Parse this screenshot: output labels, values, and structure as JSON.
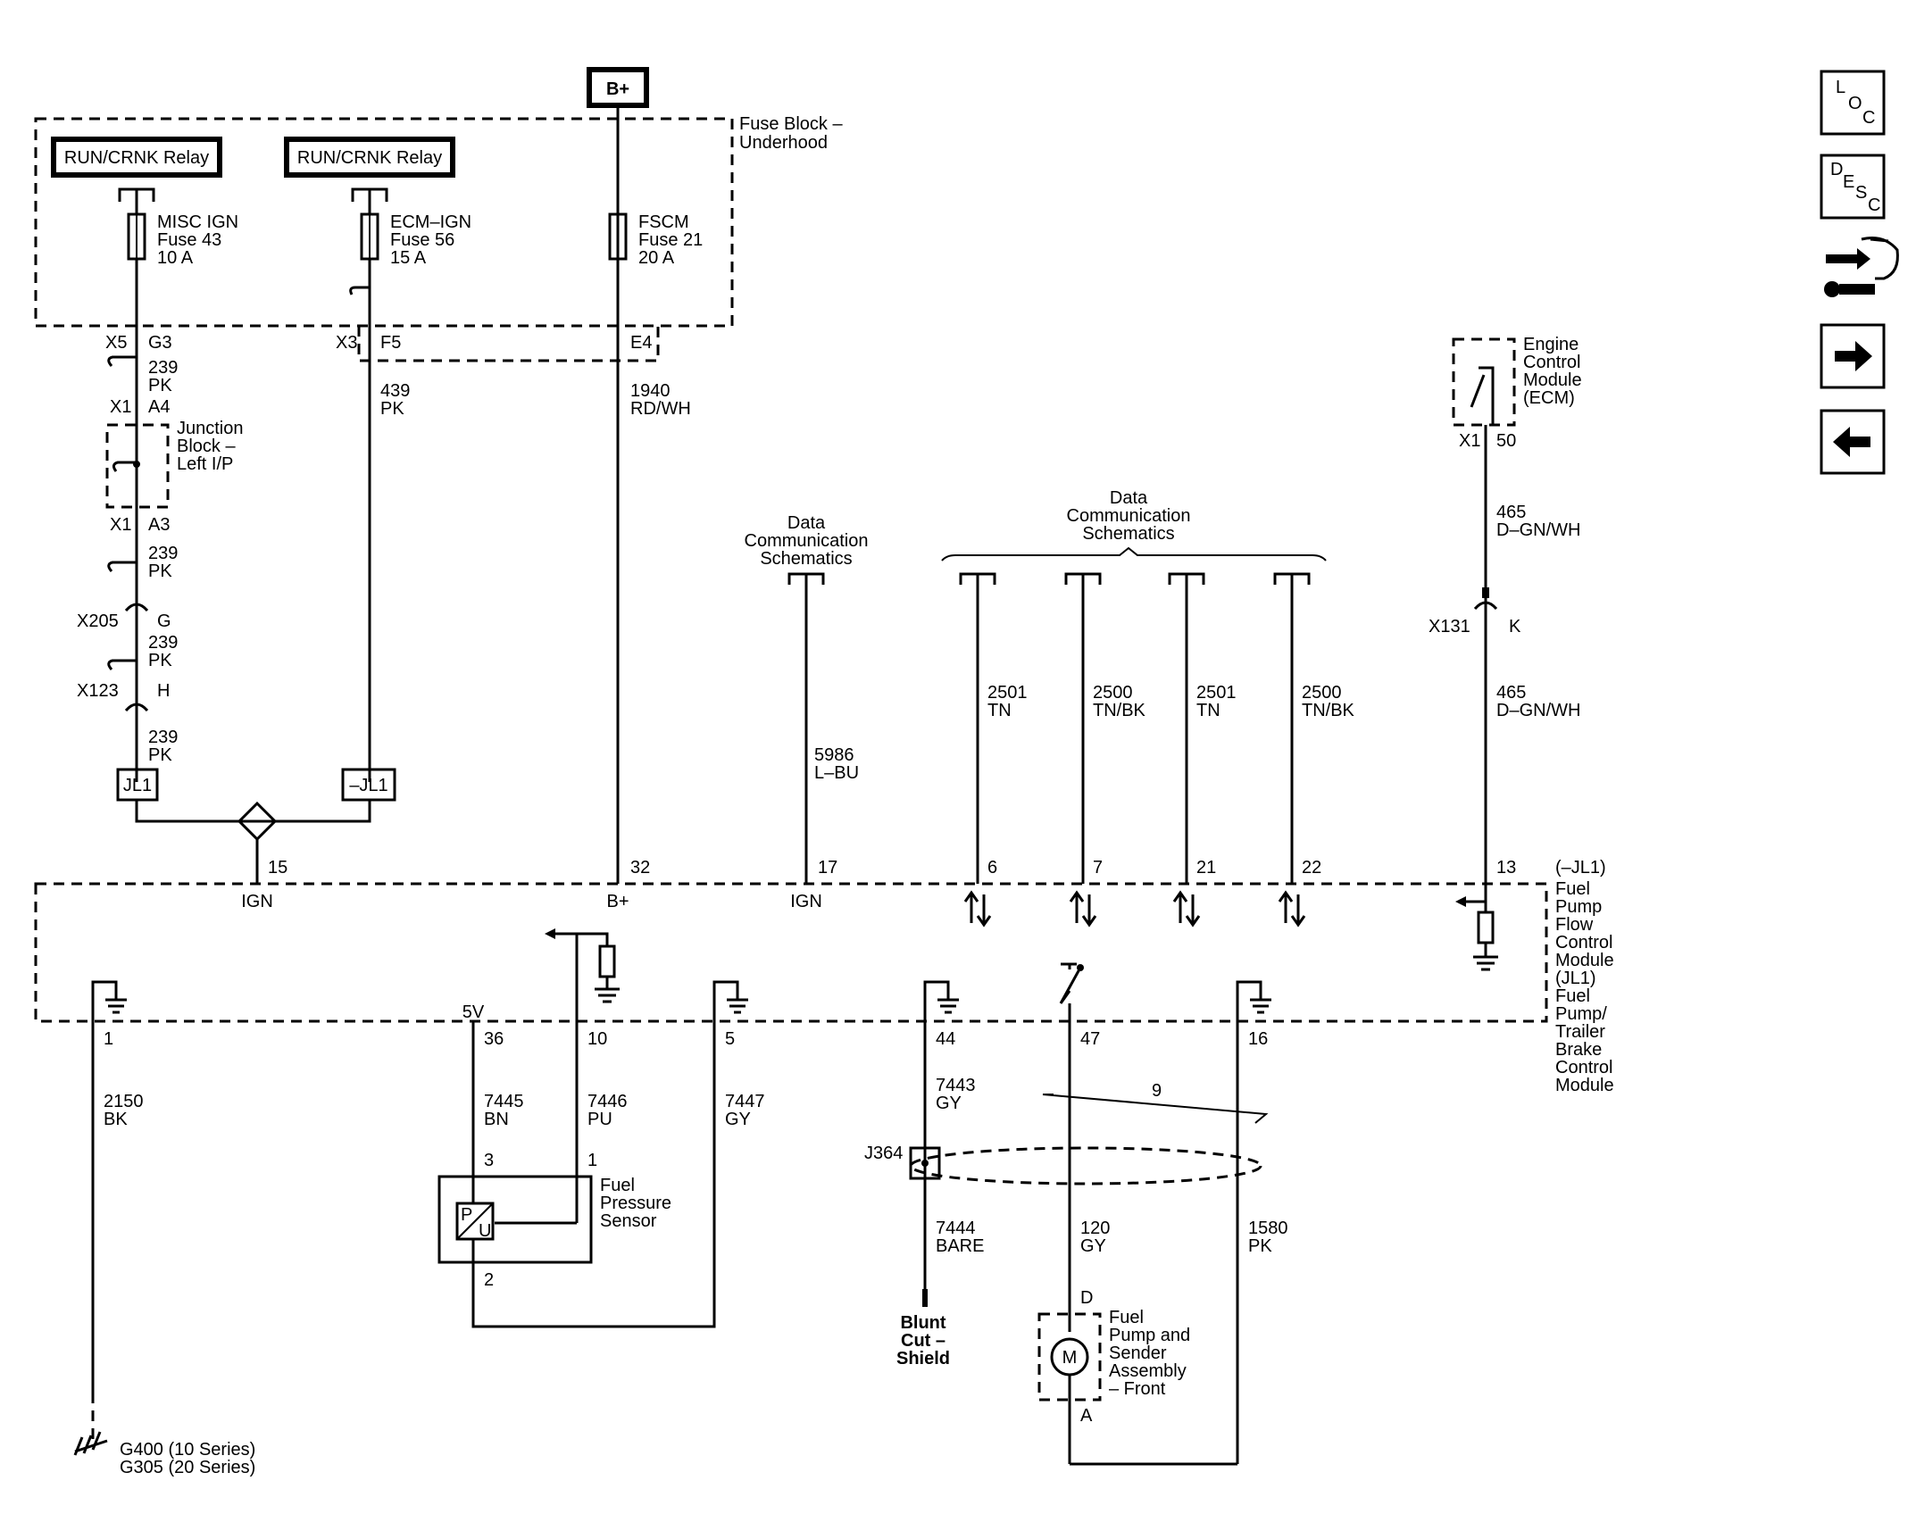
{
  "nav": {
    "loc": [
      "L",
      "O",
      "C"
    ],
    "desc": [
      "D",
      "E",
      "S",
      "C"
    ]
  },
  "power": {
    "bplus": "B+",
    "fuse_block": [
      "Fuse Block –",
      "Underhood"
    ],
    "relay1": "RUN/CRNK Relay",
    "relay2": "RUN/CRNK Relay",
    "fuse1": [
      "MISC IGN",
      "Fuse 43",
      "10 A"
    ],
    "fuse2": [
      "ECM–IGN",
      "Fuse 56",
      "15 A"
    ],
    "fuse3": [
      "FSCM",
      "Fuse 21",
      "20 A"
    ]
  },
  "left_wiring": {
    "x5": "X5",
    "g3": "G3",
    "w1": [
      "239",
      "PK"
    ],
    "x1a": "X1",
    "a4": "A4",
    "junction": [
      "Junction",
      "Block –",
      "Left I/P"
    ],
    "x1b": "X1",
    "a3": "A3",
    "w2": [
      "239",
      "PK"
    ],
    "x205": "X205",
    "g": "G",
    "w3": [
      "239",
      "PK"
    ],
    "x123": "X123",
    "h": "H",
    "w4": [
      "239",
      "PK"
    ],
    "jl1a": "JL1",
    "jl1b": "–JL1",
    "x3": "X3",
    "f5": "F5",
    "w5": [
      "439",
      "PK"
    ],
    "e4": "E4",
    "w6": [
      "1940",
      "RD/WH"
    ]
  },
  "data_comm": {
    "single": [
      "Data",
      "Communication",
      "Schematics"
    ],
    "multi": [
      "Data",
      "Communication",
      "Schematics"
    ],
    "w_lbu": [
      "5986",
      "L–BU"
    ],
    "wires": [
      [
        "2501",
        "TN"
      ],
      [
        "2500",
        "TN/BK"
      ],
      [
        "2501",
        "TN"
      ],
      [
        "2500",
        "TN/BK"
      ]
    ]
  },
  "ecm": {
    "label": [
      "Engine",
      "Control",
      "Module",
      "(ECM)"
    ],
    "x1": "X1",
    "pin50": "50",
    "w1": [
      "465",
      "D–GN/WH"
    ],
    "x131": "X131",
    "k": "K",
    "w2": [
      "465",
      "D–GN/WH"
    ]
  },
  "module": {
    "pins_top": [
      "15",
      "32",
      "17",
      "6",
      "7",
      "21",
      "22",
      "13"
    ],
    "ign1": "IGN",
    "bplus": "B+",
    "ign2": "IGN",
    "jl1_note": "(–JL1)",
    "label": [
      "Fuel",
      "Pump",
      "Flow",
      "Control",
      "Module",
      "(JL1)",
      "Fuel",
      "Pump/",
      "Trailer",
      "Brake",
      "Control",
      "Module"
    ],
    "v5": "5V",
    "pins_bottom": [
      "1",
      "36",
      "10",
      "5",
      "44",
      "47",
      "16"
    ]
  },
  "lower": {
    "w_bk": [
      "2150",
      "BK"
    ],
    "w_bn": [
      "7445",
      "BN"
    ],
    "w_pu": [
      "7446",
      "PU"
    ],
    "w_gy": [
      "7447",
      "GY"
    ],
    "sensor_pins": [
      "3",
      "1",
      "2"
    ],
    "sensor_label": [
      "Fuel",
      "Pressure",
      "Sensor"
    ],
    "sensor_sym": [
      "P",
      "U"
    ],
    "w_7443": [
      "7443",
      "GY"
    ],
    "j364": "J364",
    "twist": "9",
    "w_bare": [
      "7444",
      "BARE"
    ],
    "shield": [
      "Blunt",
      "Cut –",
      "Shield"
    ],
    "w_120": [
      "120",
      "GY"
    ],
    "w_1580": [
      "1580",
      "PK"
    ],
    "pump_d": "D",
    "pump_a": "A",
    "motor": "M",
    "pump_label": [
      "Fuel",
      "Pump and",
      "Sender",
      "Assembly",
      "– Front"
    ],
    "ground": [
      "G400 (10 Series)",
      "G305 (20 Series)"
    ]
  }
}
